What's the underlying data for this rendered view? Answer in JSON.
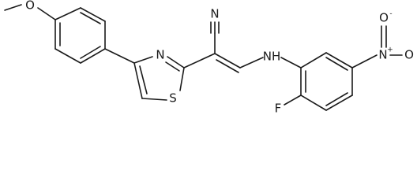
{
  "molecule": {
    "atoms": {
      "methoxy_oxygen": "O",
      "thiazole_nitrogen": "N",
      "thiazole_sulfur": "S",
      "nitrile_nitrogen": "N",
      "amine_nh": "NH",
      "nitro_nitrogen": "N",
      "nitro_plus": "+",
      "nitro_oxygen_top": "O",
      "nitro_oxygen_minus": "-",
      "nitro_oxygen_right": "O",
      "fluorine": "F"
    },
    "colors": {
      "bond": "#1a1a1a",
      "label": "#1a1a1a",
      "background": "#ffffff"
    }
  }
}
